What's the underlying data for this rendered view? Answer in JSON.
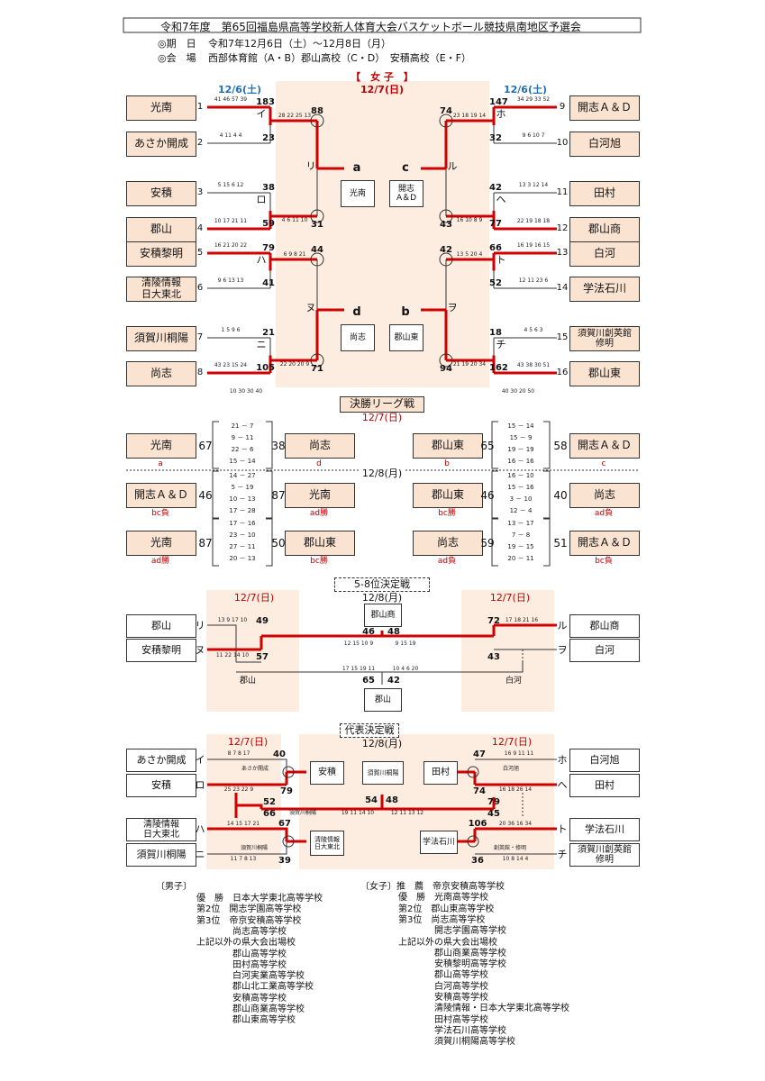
{
  "header": {
    "title": "令和7年度　第65回福島県高等学校新人体育大会バスケットボール競技県南地区予選会",
    "period_label": "◎期　日",
    "period_value": "令和7年12月6日（土）～12月8日（月）",
    "venue_label": "◎会　場",
    "venue_value": "西部体育館（A・B）郡山高校（C・D）　安積高校（E・F）"
  },
  "labels": {
    "division": "【　女 子　】",
    "day1": "12/6(土)",
    "day2": "12/7(日)",
    "day3": "12/8(月)",
    "final_league": "決勝リーグ戦",
    "p58": "5-8位決定戦",
    "rep": "代表決定戦"
  },
  "bracket_left": [
    {
      "seed": "1",
      "team": "光南"
    },
    {
      "seed": "2",
      "team": "あさか開成"
    },
    {
      "seed": "3",
      "team": "安積"
    },
    {
      "seed": "4",
      "team": "郡山"
    },
    {
      "seed": "5",
      "team": "安積黎明"
    },
    {
      "seed": "6",
      "team": "清陵情報\n日大東北"
    },
    {
      "seed": "7",
      "team": "須賀川桐陽"
    },
    {
      "seed": "8",
      "team": "尚志"
    }
  ],
  "bracket_right": [
    {
      "seed": "9",
      "team": "開志Ａ＆Ｄ"
    },
    {
      "seed": "10",
      "team": "白河旭"
    },
    {
      "seed": "11",
      "team": "田村"
    },
    {
      "seed": "12",
      "team": "郡山商"
    },
    {
      "seed": "13",
      "team": "白河"
    },
    {
      "seed": "14",
      "team": "学法石川"
    },
    {
      "seed": "15",
      "team": "須賀川創英館\n修明"
    },
    {
      "seed": "16",
      "team": "郡山東"
    }
  ],
  "r1_left": [
    {
      "kana": "イ",
      "top": "183",
      "bot": "23",
      "qtop": "41 46 57 39",
      "qbot": "4 11 4 4"
    },
    {
      "kana": "ロ",
      "top": "38",
      "bot": "59",
      "qtop": "5 15 6 12",
      "qbot": "10 17 21 11"
    },
    {
      "kana": "ハ",
      "top": "79",
      "bot": "41",
      "qtop": "16 21 20 22",
      "qbot": "9 6 13 13"
    },
    {
      "kana": "ニ",
      "top": "21",
      "bot": "105",
      "qtop": "1 5 9 6",
      "qbot": "43 23 15 24"
    }
  ],
  "r1_right": [
    {
      "kana": "ホ",
      "top": "147",
      "bot": "32",
      "qtop": "34 29 33 52",
      "qbot": "9 6 10 7"
    },
    {
      "kana": "ヘ",
      "top": "42",
      "bot": "77",
      "qtop": "13 3 12 14",
      "qbot": "22 19 18 18"
    },
    {
      "kana": "ト",
      "top": "66",
      "bot": "52",
      "qtop": "16 19 16 15",
      "qbot": "12 11 23 6"
    },
    {
      "kana": "チ",
      "top": "18",
      "bot": "162",
      "qtop": "4 5 6 3",
      "qbot": "43 38 30 51"
    }
  ],
  "extra_quarters": {
    "left": "10 30 30 40",
    "right": "40 30 20 50"
  },
  "r2_left": [
    {
      "kana": "リ",
      "top": "88",
      "bot": "31",
      "qtop": "28 22 25 13",
      "qbot": "4 6 11 10"
    },
    {
      "kana": "ヌ",
      "top": "44",
      "bot": "71",
      "qtop": "6 9 8 21",
      "qbot": "22 20 20 9"
    }
  ],
  "r2_right": [
    {
      "kana": "ル",
      "top": "74",
      "bot": "43",
      "qtop": "23 18 19 14",
      "qbot": "16 10 8 9"
    },
    {
      "kana": "ヲ",
      "top": "42",
      "bot": "94",
      "qtop": "13 5 20 4",
      "qbot": "21 19 20 34"
    }
  ],
  "semis": [
    {
      "letter": "a",
      "winner": "光南"
    },
    {
      "letter": "c",
      "winner": "開志\nA＆D"
    },
    {
      "letter": "d",
      "winner": "尚志"
    },
    {
      "letter": "b",
      "winner": "郡山東"
    }
  ],
  "league": {
    "date_sub": "12/7(日)",
    "date_2": "12/8(月)",
    "left_games": [
      {
        "a": "光南",
        "as": "67",
        "b": "尚志",
        "bs": "38",
        "qs": [
          "21 － 7",
          "9 － 11",
          "22 － 6",
          "15 － 14"
        ],
        "atag": "a",
        "btag": "d"
      },
      {
        "a": "開志Ａ＆Ｄ",
        "as": "46",
        "b": "光南",
        "bs": "87",
        "qs": [
          "14 － 27",
          "5 － 19",
          "10 － 13",
          "17 － 28"
        ],
        "atag": "bc負",
        "btag": "ad勝"
      },
      {
        "a": "光南",
        "as": "87",
        "b": "郡山東",
        "bs": "50",
        "qs": [
          "17 － 16",
          "23 － 10",
          "27 － 11",
          "20 － 13"
        ],
        "atag": "ad勝",
        "btag": "bc勝"
      }
    ],
    "right_games": [
      {
        "a": "郡山東",
        "as": "65",
        "b": "開志Ａ＆Ｄ",
        "bs": "58",
        "qs": [
          "15 － 14",
          "15 － 9",
          "19 － 19",
          "16 － 16"
        ],
        "atag": "b",
        "btag": "c"
      },
      {
        "a": "郡山東",
        "as": "46",
        "b": "尚志",
        "bs": "40",
        "qs": [
          "16 － 10",
          "15 － 16",
          "3 － 10",
          "12 － 4"
        ],
        "atag": "bc勝",
        "btag": "ad負"
      },
      {
        "a": "尚志",
        "as": "59",
        "b": "開志Ａ＆Ｄ",
        "bs": "51",
        "qs": [
          "13 － 17",
          "7 － 8",
          "19 － 15",
          "20 － 11"
        ],
        "atag": "ad負",
        "btag": "bc負"
      }
    ]
  },
  "placement": {
    "left_teams": [
      {
        "team": "郡山",
        "kana": "リ"
      },
      {
        "team": "安積黎明",
        "kana": "ヌ"
      }
    ],
    "right_teams": [
      {
        "team": "郡山商",
        "kana": "ル"
      },
      {
        "team": "白河",
        "kana": "ヲ"
      }
    ],
    "left_scores": {
      "top": "49",
      "bot": "57",
      "qtop": "13 9 17 10",
      "qbot": "11 22 14 10",
      "winner": "郡山"
    },
    "right_scores": {
      "top": "72",
      "bot": "43",
      "qtop": "17 18 21 16",
      "qbot": "",
      "winner": "白河"
    },
    "top_final": {
      "team": "郡山商",
      "ls": "46",
      "rs": "48",
      "ql": "12 15 10 9",
      "qr": "9 15 19"
    },
    "bot_final": {
      "team": "郡山",
      "ls": "65",
      "rs": "42",
      "ql": "17 15 19 11",
      "qr": "10 4 6 20"
    }
  },
  "rep": {
    "left_teams": [
      {
        "team": "あさか開成",
        "kana": "イ"
      },
      {
        "team": "安積",
        "kana": "ロ"
      },
      {
        "team": "清陵情報\n日大東北",
        "kana": "ハ"
      },
      {
        "team": "須賀川桐陽",
        "kana": "ニ"
      }
    ],
    "right_teams": [
      {
        "team": "白河旭",
        "kana": "ホ"
      },
      {
        "team": "田村",
        "kana": "ヘ"
      },
      {
        "team": "学法石川",
        "kana": "ト"
      },
      {
        "team": "須賀川創英館\n修明",
        "kana": "チ"
      }
    ],
    "l1": {
      "top": "40",
      "bot": "79",
      "qtop": "8 7 8 17",
      "qbot": "25 23 22 9",
      "sub": "あさか開成"
    },
    "l2": {
      "top": "67",
      "bot": "39",
      "qtop": "14 15 17 21",
      "qbot": "11 7 8 13",
      "sub": "須賀川桐陽"
    },
    "lmid": {
      "top": "52",
      "bot": "66"
    },
    "r1": {
      "top": "47",
      "bot": "74",
      "qtop": "16 9 11 11",
      "qbot": "16 18 26 14",
      "sub": "白河旭"
    },
    "r2": {
      "top": "106",
      "bot": "36",
      "qtop": "20 36 16 34",
      "qbot": "10 8 14 4",
      "sub": "創英館・修明"
    },
    "rmid": {
      "top": "79",
      "bot": "45"
    },
    "winners": {
      "l1": "安積",
      "l2": "清陵情報\n日大東北",
      "r1": "田村",
      "r2": "学法石川"
    },
    "center": {
      "team": "須賀川桐陽",
      "ls": "54",
      "rs": "48",
      "ql": "19 11 14 10",
      "qr": "12 11 13 12",
      "sub": "須賀川桐陽"
    }
  },
  "results": {
    "boys_head": "〔男子〕",
    "boys": [
      "優　勝　日本大学東北高等学校",
      "第2位　開志学園高等学校",
      "第3位　帝京安積高等学校",
      "　　　　尚志高等学校",
      "上記以外の県大会出場校",
      "　　　　郡山高等学校",
      "　　　　田村高等学校",
      "　　　　白河実業高等学校",
      "　　　　郡山北工業高等学校",
      "　　　　安積高等学校",
      "　　　　郡山商業高等学校",
      "　　　　郡山東高等学校"
    ],
    "girls_head": "〔女子〕",
    "girls": [
      "推　薦　帝京安積高等学校",
      "優　勝　光南高等学校",
      "第2位　郡山東高等学校",
      "第3位　尚志高等学校",
      "　　　　開志学園高等学校",
      "上記以外の県大会出場校",
      "　　　　郡山商業高等学校",
      "　　　　安積黎明高等学校",
      "　　　　郡山高等学校",
      "　　　　白河高等学校",
      "　　　　安積高等学校",
      "　　　　清陵情報・日本大学東北高等学校",
      "　　　　田村高等学校",
      "　　　　学法石川高等学校",
      "　　　　須賀川桐陽高等学校"
    ]
  },
  "colors": {
    "red": "#d00000",
    "blue": "#2070b8",
    "peach": "#fbe3d2",
    "band": "#fdece0"
  }
}
